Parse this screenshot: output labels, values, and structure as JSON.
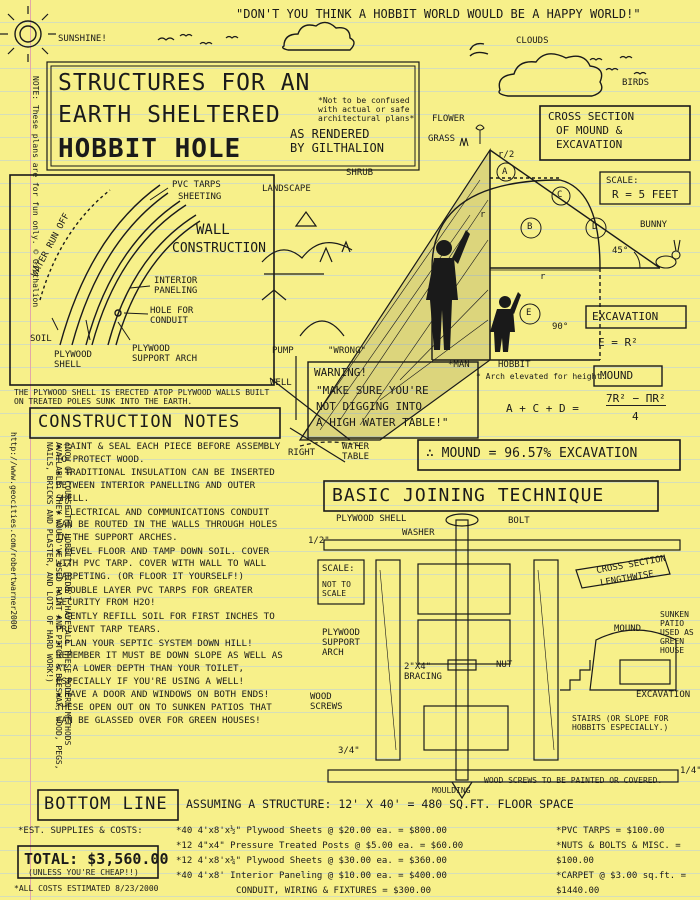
{
  "header_quote": "\"DON'T YOU THINK A HOBBIT WORLD WOULD BE A HAPPY WORLD!\"",
  "sun_label": "SUNSHINE!",
  "clouds_label": "CLOUDS",
  "birds_label": "BIRDS",
  "title": {
    "line1": "STRUCTURES FOR AN",
    "line2": "EARTH SHELTERED",
    "line3": "HOBBIT HOLE",
    "disclaimer": "*Not to be confused with actual or safe architectural plans*",
    "byline1": "AS RENDERED",
    "byline2": "BY GILTHALION"
  },
  "side_note": "NOTE: These plans are for fun only. © Gilthalion",
  "cross_section": {
    "title1": "CROSS SECTION",
    "title2": "OF MOUND &",
    "title3": "EXCAVATION",
    "flower": "FLOWER",
    "grass": "GRASS",
    "shrub": "SHRUB",
    "landscape": "LANDSCAPE",
    "scale_label": "SCALE:",
    "scale_value": "r = 5 FEET",
    "bunny": "BUNNY",
    "angle45": "45°",
    "angle90": "90°",
    "r_half": "r/2",
    "r": "r",
    "region_a": "A",
    "region_b": "B",
    "region_c": "C",
    "region_d": "D",
    "region_e": "E",
    "man": "*MAN",
    "hobbit": "HOBBIT",
    "arch_note": "* Arch elevated for height.",
    "excavation_label": "EXCAVATION",
    "excavation_formula": "E = r²",
    "mound_label": "MOUND",
    "mound_formula_left": "A + C + D =",
    "mound_formula_num": "7r² − πr²",
    "mound_formula_den": "4",
    "ratio": "∴ MOUND = 96.57% EXCAVATION",
    "pump": "PUMP",
    "well": "WELL",
    "wrong": "\"WRONG\"",
    "right": "RIGHT",
    "water_table": "WATER TABLE",
    "warning_label": "WARNING!",
    "warning_text1": "\"MAKE SURE YOU'RE",
    "warning_text2": "NOT DIGGING INTO",
    "warning_text3": "A HIGH WATER TABLE!\""
  },
  "wall": {
    "pvc": "PVC TARPS",
    "sheeting": "SHEETING",
    "title1": "WALL",
    "title2": "CONSTRUCTION",
    "water_runoff": "WATER RUN OFF",
    "interior_paneling": "INTERIOR PANELING",
    "hole": "HOLE FOR CONDUIT",
    "soil": "SOIL",
    "plywood_shell": "PLYWOOD SHELL",
    "plywood_arch": "PLYWOOD SUPPORT ARCH",
    "caption": "THE PLYWOOD SHELL IS ERECTED ATOP PLYWOOD WALLS BUILT ON TREATED POLES SUNK INTO THE EARTH."
  },
  "construction_notes": {
    "title": "CONSTRUCTION NOTES",
    "items": [
      "PAINT & SEAL EACH PIECE BEFORE ASSEMBLY TO PROTECT WOOD.",
      "TRADITIONAL INSULATION CAN BE INSERTED BETWEEN INTERIOR PANELLING AND OUTER SHELL.",
      "ELECTRICAL AND COMMUNICATIONS CONDUIT CAN BE ROUTED IN THE WALLS THROUGH HOLES IN THE SUPPORT ARCHES.",
      "LEVEL FLOOR AND TAMP DOWN SOIL. COVER WITH PVC TARP. COVER WITH WALL TO WALL CARPETING. (OR FLOOR IT YOURSELF!)",
      "DOUBLE LAYER PVC TARPS FOR GREATER SECURITY FROM H2O!",
      "GENTLY REFILL SOIL FOR FIRST INCHES TO PREVENT TARP TEARS.",
      "PLAN YOUR SEPTIC SYSTEM DOWN HILL! REMEMBER IT MUST BE DOWN SLOPE AS WELL AS AT A LOWER DEPTH THAN YOUR TOILET, ESPECIALLY IF YOU'RE USING A WELL!",
      "HAVE A DOOR AND WINDOWS ON BOTH ENDS! THESE OPEN OUT ON TO SUNKEN PATIOS THAT CAN BE GLASSED OVER FOR GREEN HOUSES!"
    ],
    "vertical_note": "(NOW OF COURSE THE HOBBITS DIDN'T HAVE ALL THESE MODERN METHODS AVAILABLE. THEY WOULD'VE USED PAINT AND PITCH & BEESWAX, WOOD, PEGS, NAILS, BRICKS AND PLASTER, AND LOTS OF HARD WORK!)",
    "url": "http://www.geocities.com/robertwarner2000"
  },
  "joining": {
    "title": "BASIC JOINING TECHNIQUE",
    "plywood_shell": "PLYWOOD SHELL",
    "washer": "WASHER",
    "bolt": "BOLT",
    "half_inch": "1/2\"",
    "scale_label": "SCALE:",
    "scale_value": "NOT TO SCALE",
    "nut": "NUT",
    "bracing": "2\"x4\" BRACING",
    "support_arch": "PLYWOOD SUPPORT ARCH",
    "wood_screws": "WOOD SCREWS",
    "three_quarter": "3/4\"",
    "quarter": "1/4\"",
    "moulding": "MOULDING",
    "screws_note": "WOOD SCREWS TO BE PAINTED OR COVERED.",
    "lengthwise1": "CROSS SECTION",
    "lengthwise2": "LENGTHWISE",
    "mound": "MOUND",
    "patio": "SUNKEN PATIO USED AS GREEN HOUSE",
    "stairs": "STAIRS (OR SLOPE FOR HOBBITS ESPECIALLY.)",
    "excavation": "EXCAVATION"
  },
  "bottom_line": {
    "title": "BOTTOM LINE",
    "assumption": "ASSUMING A STRUCTURE: 12' x 40' = 480 SQ.FT. FLOOR SPACE",
    "est_label": "*EST. SUPPLIES & COSTS:",
    "total": "TOTAL: $3,560.00",
    "total_note": "(UNLESS YOU'RE CHEAP!!)",
    "all_costs": "*ALL COSTS ESTIMATED 8/23/2000",
    "costs": [
      "*40 4'x8'x½\" Plywood Sheets @ $20.00 ea. = $800.00",
      "*12 4\"x4\" Pressure Treated Posts @ $5.00 ea. = $60.00",
      "*12 4'x8'x¾\" Plywood Sheets @ $30.00 ea. = $360.00",
      "*40 4'x8' Interior Paneling @ $10.00 ea. = $400.00",
      "CONDUIT, WIRING & FIXTURES = $300.00"
    ],
    "extras": [
      "*PVC TARPS = $100.00",
      "*NUTS & BOLTS & MISC. = $100.00",
      "*CARPET @ $3.00 sq.ft. = $1440.00"
    ]
  },
  "colors": {
    "paper": "#f7f08a",
    "ink": "#1a1a1a",
    "rule": "#b9cfe0"
  }
}
